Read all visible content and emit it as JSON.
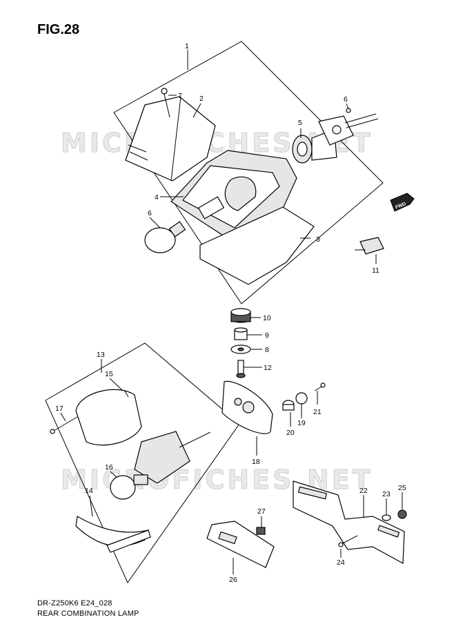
{
  "figure": {
    "title": "FIG.28"
  },
  "footer": {
    "model_code": "DR-Z250K6 E24_028",
    "section_name": "REAR COMBINATION LAMP"
  },
  "watermark": {
    "text": "MICROFICHES.NET"
  },
  "direction_badge": {
    "text": "FWD"
  },
  "callouts": {
    "c1": "1",
    "c2": "2",
    "c3": "3",
    "c4": "4",
    "c5": "5",
    "c6a": "6",
    "c6b": "6",
    "c7": "7",
    "c8": "8",
    "c9": "9",
    "c10": "10",
    "c11": "11",
    "c12": "12",
    "c13": "13",
    "c14": "14",
    "c15": "15",
    "c16": "16",
    "c17": "17",
    "c18": "18",
    "c19": "19",
    "c20": "20",
    "c21": "21",
    "c22": "22",
    "c23": "23",
    "c24": "24",
    "c25": "25",
    "c26": "26",
    "c27": "27"
  }
}
